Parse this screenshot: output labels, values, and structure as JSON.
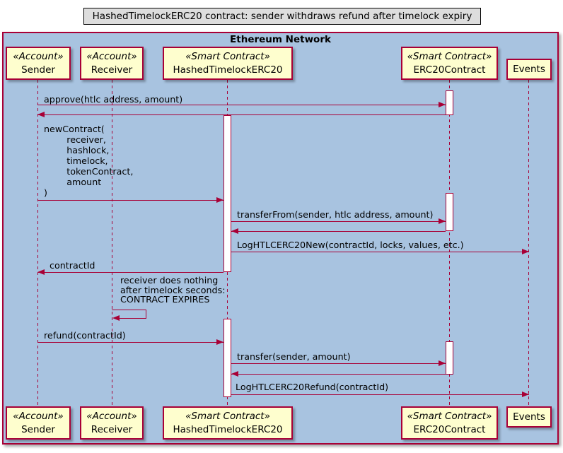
{
  "diagram_title": "HashedTimelockERC20 contract: sender withdraws refund after timelock expiry",
  "frame_label": "Ethereum Network",
  "participants": {
    "sender": {
      "stereotype": "«Account»",
      "name": "Sender"
    },
    "receiver": {
      "stereotype": "«Account»",
      "name": "Receiver"
    },
    "htlc": {
      "stereotype": "«Smart Contract»",
      "name": "HashedTimelockERC20"
    },
    "erc20": {
      "stereotype": "«Smart Contract»",
      "name": "ERC20Contract"
    },
    "events": {
      "name": "Events"
    }
  },
  "messages": {
    "approve": "approve(htlc address, amount)",
    "new_contract": "newContract(\n        receiver,\n        hashlock,\n        timelock,\n        tokenContract,\n        amount\n)",
    "transfer_from": "transferFrom(sender, htlc address, amount)",
    "log_new": "LogHTLCERC20New(contractId, locks, values, etc.)",
    "contract_id": "contractId",
    "receiver_note": "receiver does nothing\nafter timelock seconds:\nCONTRACT EXPIRES",
    "refund": "refund(contractId)",
    "transfer": "transfer(sender, amount)",
    "log_refund": "LogHTLCERC20Refund(contractId)"
  },
  "colors": {
    "frame_background": "#A8C3E0",
    "line_and_border": "#A80036",
    "participant_fill": "#FEFECE",
    "title_fill": "#DDDDDD"
  }
}
